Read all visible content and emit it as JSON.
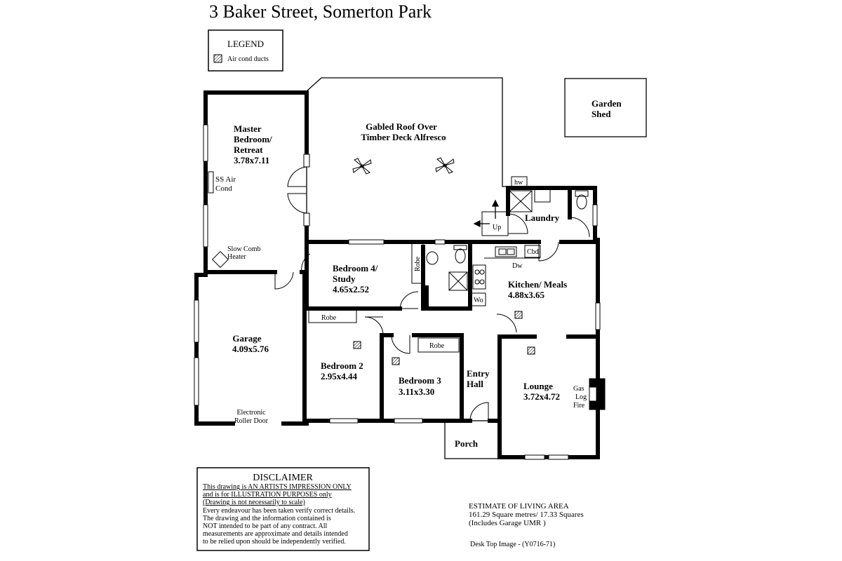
{
  "title": "3 Baker Street,  Somerton Park",
  "legend": {
    "heading": "LEGEND",
    "item": "Air cond ducts"
  },
  "rooms": {
    "master": [
      "Master",
      "Bedroom/",
      "Retreat",
      "3.78x7.11"
    ],
    "alfresco": [
      "Gabled Roof Over",
      "Timber Deck Alfresco"
    ],
    "shed": [
      "Garden",
      "Shed"
    ],
    "garage": [
      "Garage",
      "4.09x5.76"
    ],
    "bedroom4": [
      "Bedroom 4/",
      "Study",
      "4.65x2.52"
    ],
    "bedroom2": [
      "Bedroom 2",
      "2.95x4.44"
    ],
    "bedroom3": [
      "Bedroom 3",
      "3.11x3.30"
    ],
    "kitchen": [
      "Kitchen/ Meals",
      "4.88x3.65"
    ],
    "lounge": [
      "Lounge",
      "3.72x4.72"
    ],
    "entry": [
      "Entry",
      "Hall"
    ],
    "laundry": "Laundry",
    "porch": "Porch"
  },
  "labels": {
    "ss_air": [
      "SS Air",
      "Cond"
    ],
    "slow_comb": [
      "Slow Comb",
      "Heater"
    ],
    "roller": [
      "Electronic",
      "Roller Door"
    ],
    "robe": "Robe",
    "up": "Up",
    "hw": "hw",
    "cbd": "Cbd",
    "dw": "Dw",
    "wo": "Wo",
    "gas": [
      "Gas",
      "Log",
      "Fire"
    ]
  },
  "disclaimer": {
    "heading": "DISCLAIMER",
    "underlined": [
      "This drawing is AN ARTISTS IMPRESSION ONLY",
      "and is for ILLUSTRATION PURPOSES only",
      "(Drawing is not necessarily to scale)"
    ],
    "body": [
      "Every endeavour has been taken verify correct details.",
      "The drawing and the information contained is",
      "NOT intended to be part of any contract.  All",
      "measurements are approximate and details intended",
      "to be relied upon should be independently verified."
    ]
  },
  "estimate": {
    "heading": "ESTIMATE OF LIVING AREA",
    "line1": "161.29 Square metres/  17.33 Squares",
    "line2": "(Includes Garage UMR )"
  },
  "footer": "Desk Top Image  - (Y0716-71)"
}
